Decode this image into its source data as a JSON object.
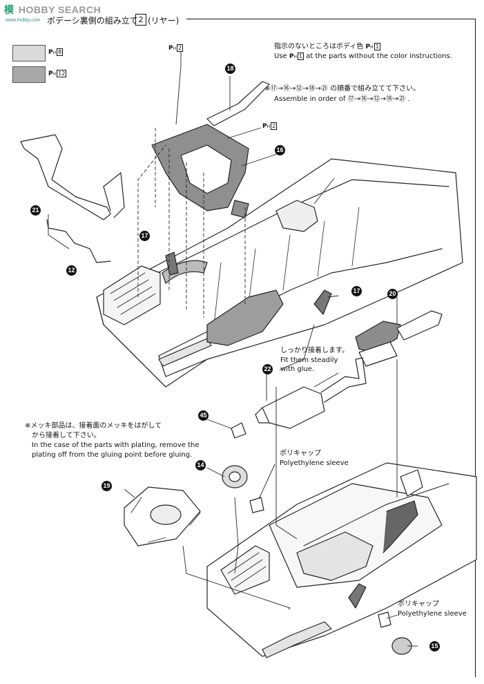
{
  "header": {
    "watermark_a": "模",
    "watermark_b": "HOBBY SEARCH",
    "watermark_sub": "www.hobby.com",
    "section_title": "ボデーシ裏側の組み立て",
    "section_number": "2",
    "section_sub": "(リヤー)"
  },
  "legend": [
    {
      "color": "#dadada",
      "code": "8"
    },
    {
      "color": "#a8a8a8",
      "code": "12"
    }
  ],
  "paint_prefix": "P",
  "paint_sub": "H",
  "notes": {
    "color_jp": "指示のないところはボディ色",
    "color_jp_code": "1",
    "color_en_a": "Use",
    "color_en_code": "1",
    "color_en_b": "at the parts without the color instructions.",
    "order_jp": "※⑰→⑯→⑫→⑱→㉑ の順番で組み立てて下さい。",
    "order_en": "Assemble in order of ⑰→⑯→⑫→⑱→㉑ .",
    "glue_jp": "しっかり接着します。",
    "glue_en_1": "Fit them steadily",
    "glue_en_2": "with glue.",
    "plating_jp_1": "※メッキ部品は、接着面のメッキをはがして",
    "plating_jp_2": "から接着して下さい。",
    "plating_en_1": "In the case of the parts with plating, remove the",
    "plating_en_2": "plating off from the gluing point before gluing.",
    "poly_jp_1": "ポリキャップ",
    "poly_en_1": "Polyethylene sleeve",
    "poly_jp_2": "ポリキャップ",
    "poly_en_2": "Polyethylene sleeve"
  },
  "paint_labels": {
    "a": "2",
    "b": "2",
    "c": "2"
  },
  "callouts": {
    "c18": "18",
    "c16": "16",
    "c21": "21",
    "c12": "12",
    "c17a": "17",
    "c17b": "17",
    "c20": "20",
    "c22": "22",
    "c45": "45",
    "c14": "14",
    "c19": "19",
    "c15": "15"
  }
}
